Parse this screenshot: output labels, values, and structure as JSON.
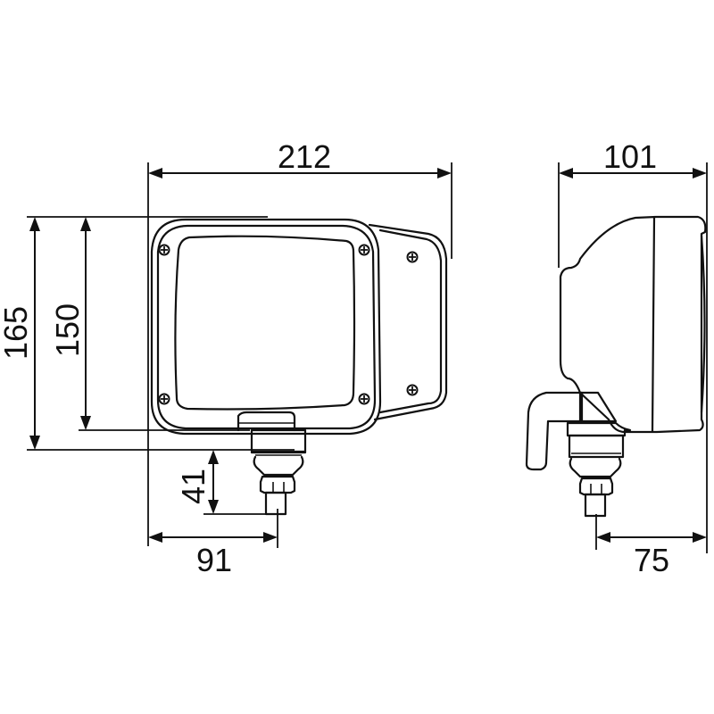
{
  "drawing": {
    "title": "Headlamp dimension drawing",
    "units": "mm",
    "line_color": "#111111",
    "background": "#ffffff"
  },
  "front_view": {
    "dimensions": {
      "width_total": "212",
      "height_total": "165",
      "height_lens": "150",
      "mount_stud_length": "41",
      "stud_offset_from_left": "91"
    }
  },
  "side_view": {
    "dimensions": {
      "depth_total": "101",
      "stud_offset_from_front": "75"
    }
  }
}
